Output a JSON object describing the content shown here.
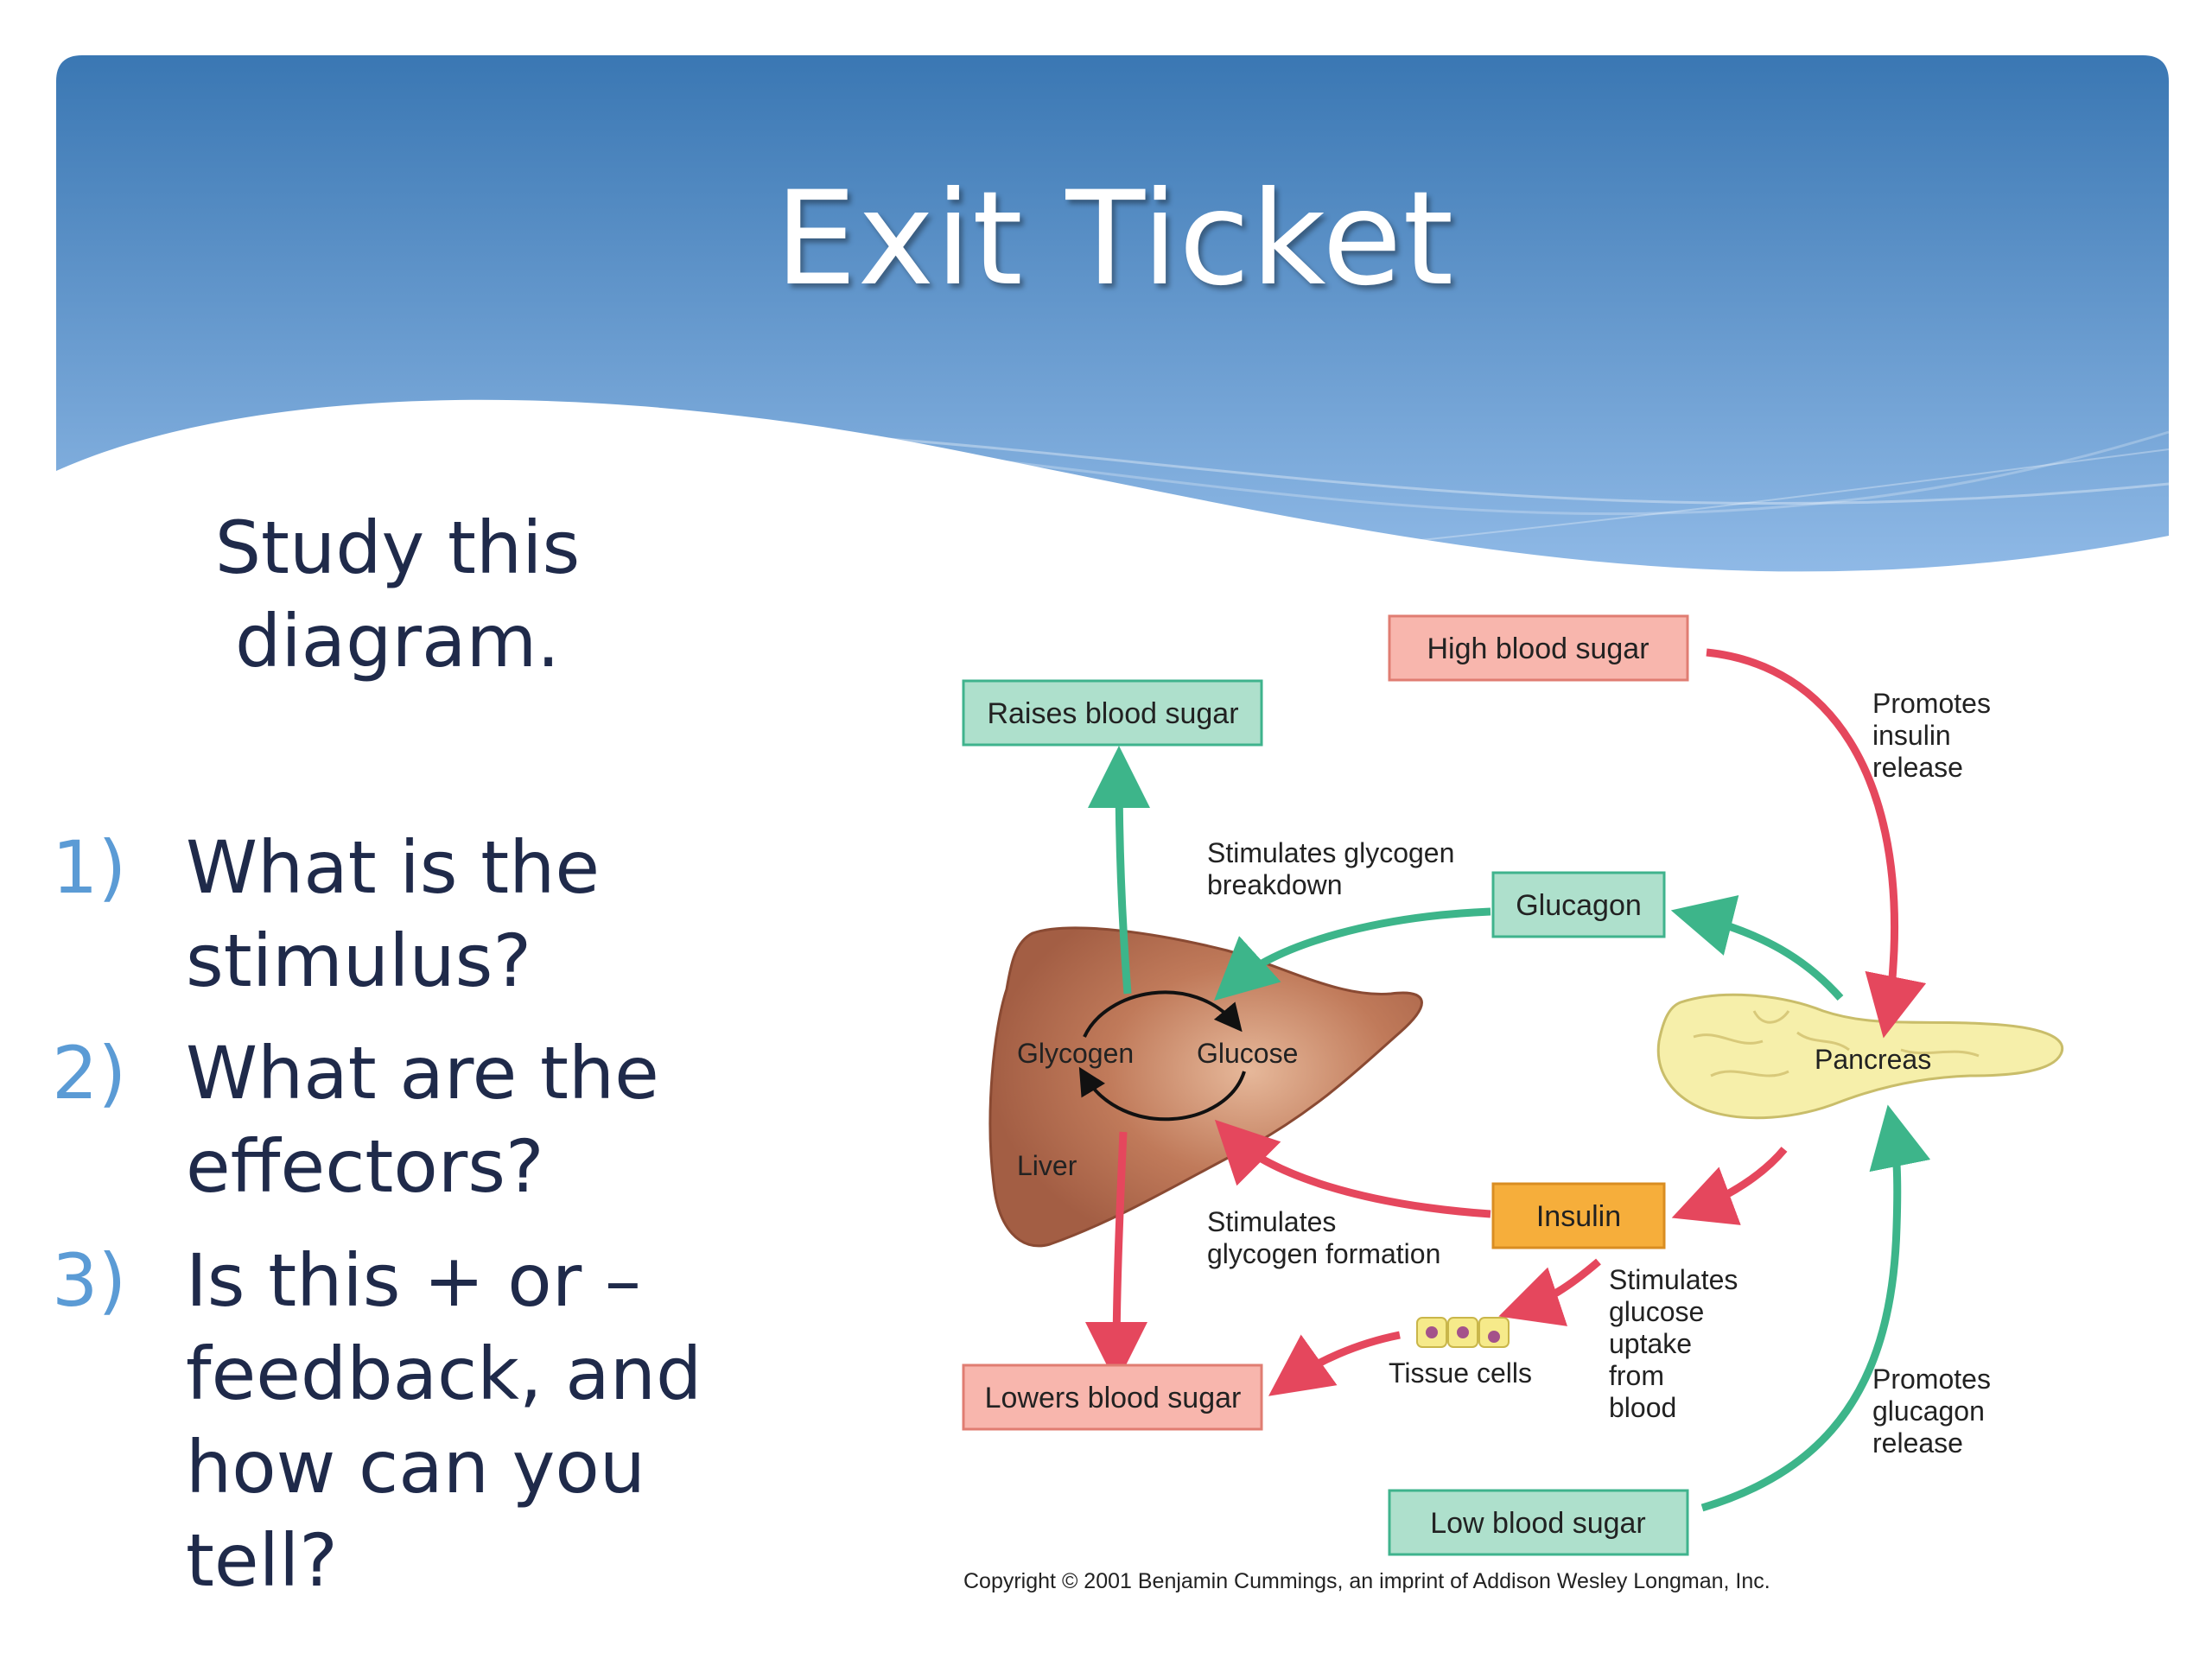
{
  "slide": {
    "title": "Exit Ticket",
    "intro_lines": [
      "Study this",
      "diagram."
    ],
    "questions": [
      {
        "num": "1)",
        "lines": [
          "What is the",
          "stimulus?"
        ]
      },
      {
        "num": "2)",
        "lines": [
          "What are the",
          "effectors?"
        ]
      },
      {
        "num": "3)",
        "lines": [
          "Is this + or –",
          "feedback, and",
          "how can you",
          "tell?"
        ]
      }
    ]
  },
  "diagram": {
    "boxes": {
      "high_blood_sugar": "High blood sugar",
      "raises_blood_sugar": "Raises blood sugar",
      "glucagon": "Glucagon",
      "insulin": "Insulin",
      "lowers_blood_sugar": "Lowers blood sugar",
      "low_blood_sugar": "Low blood sugar"
    },
    "labels": {
      "promotes_insulin": [
        "Promotes",
        "insulin",
        "release"
      ],
      "stimulates_breakdown": [
        "Stimulates glycogen",
        "breakdown"
      ],
      "glycogen": "Glycogen",
      "glucose": "Glucose",
      "liver": "Liver",
      "pancreas": "Pancreas",
      "stimulates_formation": [
        "Stimulates",
        "glycogen formation"
      ],
      "stimulates_uptake": [
        "Stimulates",
        "glucose",
        "uptake",
        "from",
        "blood"
      ],
      "tissue_cells": "Tissue cells",
      "promotes_glucagon": [
        "Promotes",
        "glucagon",
        "release"
      ]
    },
    "copyright": "Copyright © 2001 Benjamin Cummings, an imprint of Addison Wesley Longman, Inc."
  },
  "colors": {
    "header_top": "#3a77b3",
    "header_bottom": "#8fb9e6",
    "red_box_fill": "#f8b6ad",
    "red_box_stroke": "#e07d72",
    "green_box_fill": "#aee0cc",
    "green_box_stroke": "#3fb38d",
    "insulin_fill": "#f6ae3b",
    "red_arrow": "#e5475d",
    "green_arrow": "#3db58a",
    "liver": "#b56a4e",
    "pancreas": "#f6efaa"
  }
}
